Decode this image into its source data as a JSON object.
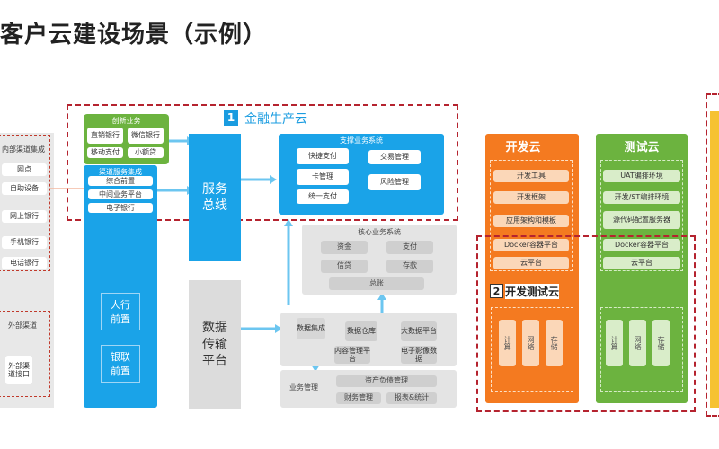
{
  "title": "客户云建设场景（示例）",
  "left": {
    "internal": "内部渠道集成",
    "items": [
      "网点",
      "自助设备",
      "网上银行",
      "手机银行",
      "电话银行"
    ],
    "external": "外部渠道",
    "external_sub": "外部渠道接口"
  },
  "fin_cloud": {
    "badge": "1",
    "label": "金融生产云"
  },
  "innovation": {
    "title": "创新业务",
    "items": [
      "直销银行",
      "微信银行",
      "移动支付",
      "小额贷"
    ]
  },
  "channel": {
    "title": "渠道服务集成",
    "items": [
      "综合前置",
      "中间业务平台",
      "电子银行"
    ],
    "front1": "人行前置",
    "front2": "银联前置"
  },
  "esb": "服务总线",
  "support": {
    "title": "支撑业务系统",
    "items": [
      "快捷支付",
      "交易管理",
      "卡管理",
      "风险管理",
      "统一支付"
    ]
  },
  "core": {
    "title": "核心业务系统",
    "items": [
      "资金",
      "支付",
      "信贷",
      "存款",
      "总账"
    ]
  },
  "dtp": "数据传输平台",
  "data": {
    "items": [
      "数据集成",
      "数据仓库",
      "大数据平台",
      "内容管理平台",
      "电子影像数据"
    ]
  },
  "mgmt": {
    "label": "业务管理",
    "items": [
      "资产负债管理",
      "财务管理",
      "报表&统计"
    ]
  },
  "dev_cloud": {
    "title": "开发云",
    "items": [
      "开发工具",
      "开发框架",
      "应用架构和模板",
      "Docker容器平台",
      "云平台"
    ],
    "bottom": [
      "计算",
      "网络",
      "存储"
    ]
  },
  "test_cloud": {
    "title": "测试云",
    "items": [
      "UAT编排环境",
      "开发/ST编排环境",
      "源代码配置服务器",
      "Docker容器平台",
      "云平台"
    ],
    "bottom": [
      "计算",
      "网络",
      "存储"
    ]
  },
  "devtest": {
    "badge": "2",
    "label": "开发测试云"
  }
}
